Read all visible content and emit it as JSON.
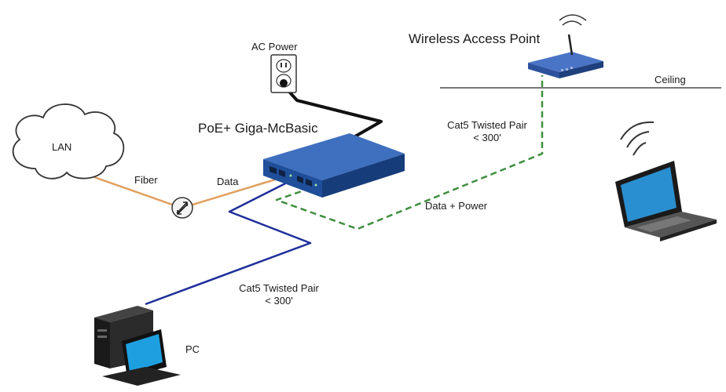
{
  "labels": {
    "ac_power": "AC Power",
    "wireless_ap": "Wireless Access Point",
    "ceiling": "Ceiling",
    "poe_device": "PoE+ Giga-McBasic",
    "lan": "LAN",
    "fiber": "Fiber",
    "data": "Data",
    "cat5_top_line1": "Cat5 Twisted Pair",
    "cat5_top_line2": "< 300'",
    "data_power": "Data + Power",
    "cat5_bottom_line1": "Cat5 Twisted Pair",
    "cat5_bottom_line2": "< 300'",
    "pc": "PC"
  },
  "icons": {
    "outlet": "power-outlet-icon",
    "access_point": "wireless-access-point-icon",
    "switch": "poe-media-converter-icon",
    "cloud": "cloud-icon",
    "converter": "fiber-connector-icon",
    "laptop": "laptop-icon",
    "computer": "desktop-pc-icon"
  },
  "colors": {
    "device_blue": "#1f4e9a",
    "fiber_orange": "#e0a060",
    "cat5_blue": "#1e2f9a",
    "poe_green": "#3f8f3f",
    "power_black": "#111111"
  }
}
